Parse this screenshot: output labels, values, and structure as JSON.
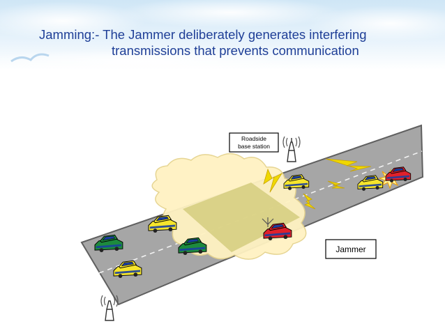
{
  "title": {
    "line1": "Jamming:- The Jammer deliberately generates interfering",
    "line2": "transmissions that prevents communication"
  },
  "diagram": {
    "base_station_label_line1": "Roadside",
    "base_station_label_line2": "base station",
    "jammer_label": "Jammer"
  },
  "colors": {
    "title_text": "#1f3f97",
    "road": "#a6a6a6",
    "road_edge": "#5f5f5f",
    "lane_marking": "#f2f2f2",
    "cloud": "#fff2c2",
    "overlap_zone": "#c9c36a",
    "lightning": "#f0d800",
    "car_yellow": "#f6e52c",
    "car_green": "#1d8a3d",
    "car_red": "#e0212b",
    "car_blue_trim": "#1b3fa0"
  },
  "icons": [
    "tower-icon",
    "lightning-icon",
    "collision-flash-icon",
    "car-icon"
  ]
}
